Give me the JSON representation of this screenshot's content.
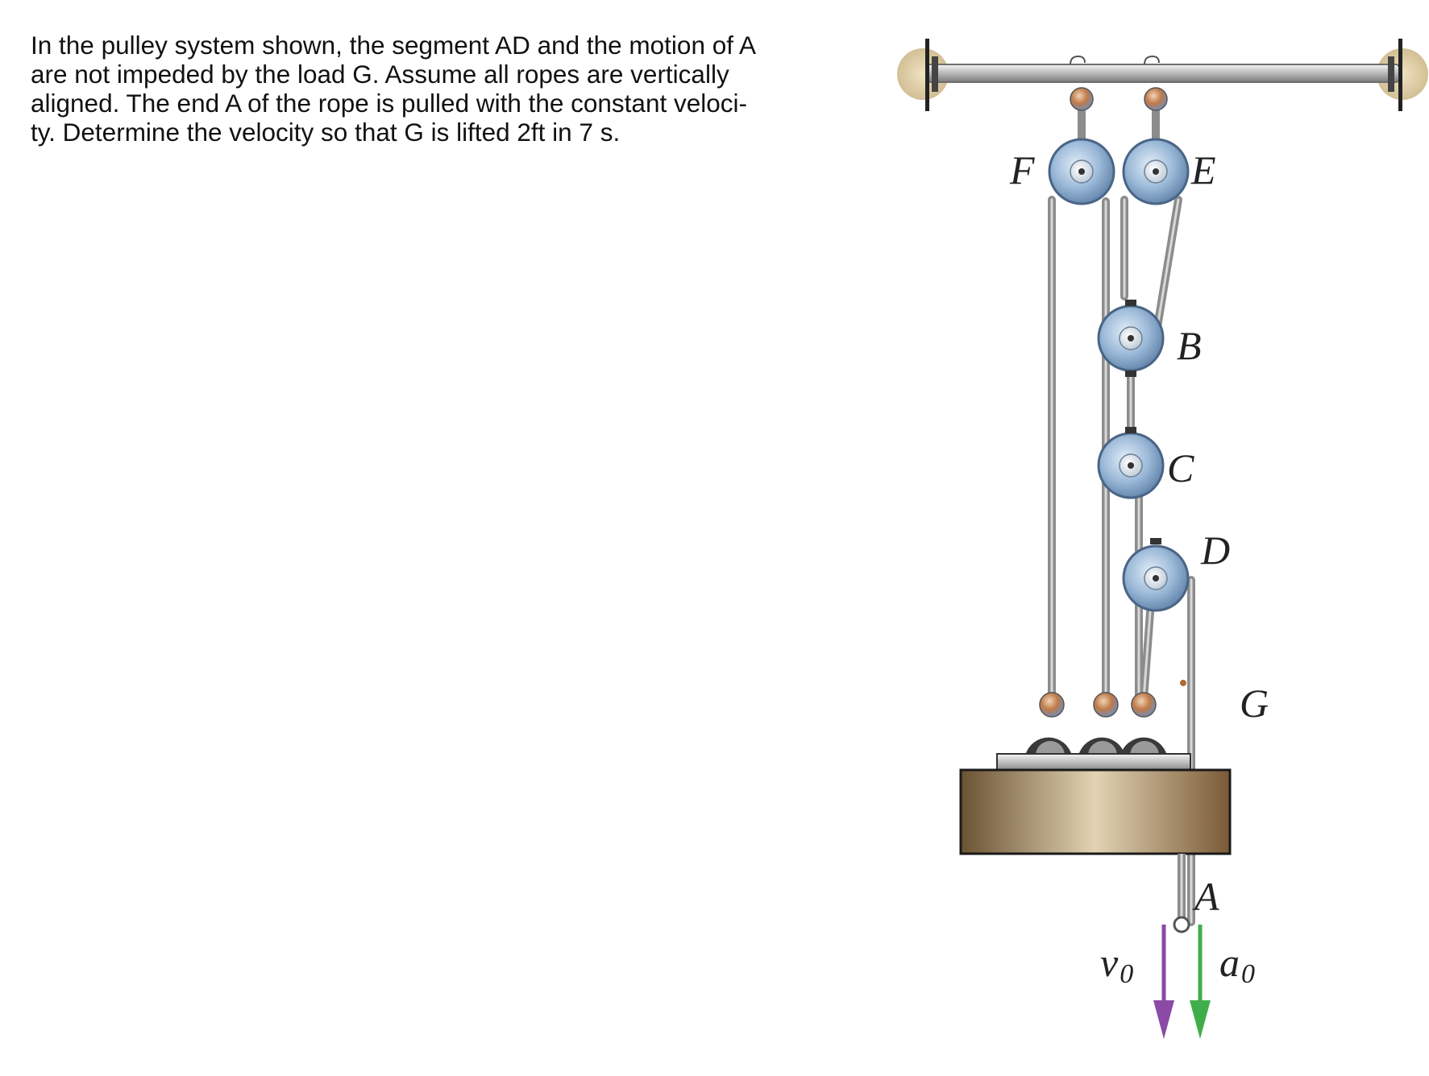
{
  "problem": {
    "lines": [
      "In the pulley system shown, the segment AD and the motion of A",
      "are not impeded by the load G. Assume all ropes are vertically",
      "aligned. The end A of the rope is pulled with the constant veloci-",
      "ty. Determine the velocity so that G is lifted 2ft in 7 s."
    ]
  },
  "diagram": {
    "labels": {
      "F": "F",
      "E": "E",
      "B": "B",
      "C": "C",
      "D": "D",
      "G": "G",
      "A": "A",
      "v0": "v",
      "v0_sub": "0",
      "a0": "a",
      "a0_sub": "0"
    },
    "colors": {
      "pulley": "#8fb0d4",
      "load_dark": "#6e5434",
      "load_light": "#e1d3b3",
      "velocity_arrow": "#8a4aa6",
      "acceleration_arrow": "#3fae4a"
    }
  }
}
